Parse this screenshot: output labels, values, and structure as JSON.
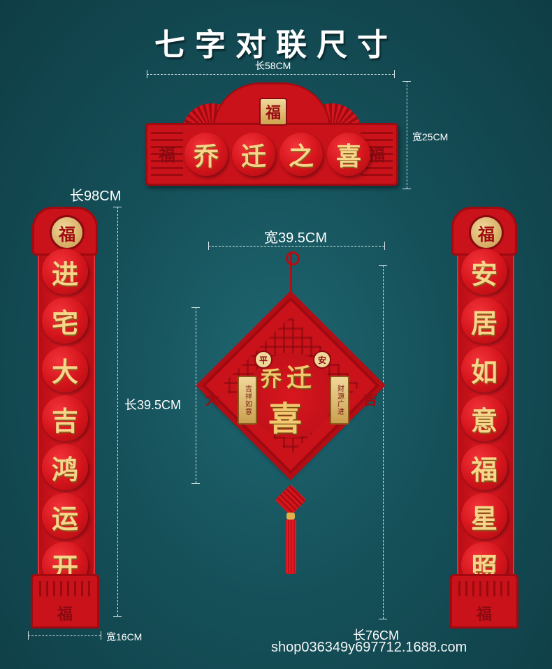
{
  "title": "七字对联尺寸",
  "top_plaque": {
    "top_char": "福",
    "side_char": "福",
    "chars": [
      "乔",
      "迁",
      "之",
      "喜"
    ],
    "width_label": "长58CM",
    "height_label": "宽25CM"
  },
  "left_couplet": {
    "badge": "福",
    "chars": [
      "进",
      "宅",
      "大",
      "吉",
      "鸿",
      "运",
      "开"
    ],
    "foot_char": "福",
    "length_label": "长98CM",
    "width_label": "宽16CM"
  },
  "right_couplet": {
    "badge": "福",
    "chars": [
      "安",
      "居",
      "如",
      "意",
      "福",
      "星",
      "照"
    ],
    "foot_char": "福",
    "length_label": "长76CM"
  },
  "center_ornament": {
    "width_label": "宽39.5CM",
    "height_label": "长39.5CM",
    "coin_left": "平",
    "coin_right": "安",
    "tag_left": "吉祥如意",
    "tag_right": "财源广进",
    "big_chars": [
      "乔",
      "迁",
      "喜"
    ],
    "side_left": "大",
    "side_right": "吉"
  },
  "watermark": "shop036349y697712.1688.com",
  "colors": {
    "background": "#155059",
    "felt_red": "#c9121a",
    "gold_text": "#f7d58a"
  }
}
